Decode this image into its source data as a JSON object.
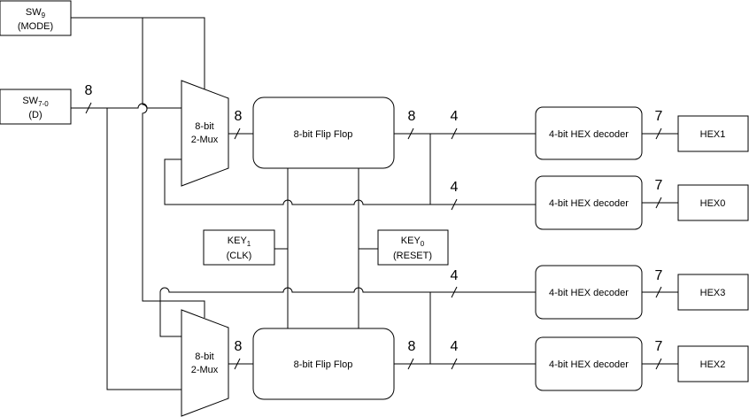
{
  "inputs": {
    "sw9": {
      "name": "SW",
      "sub": "9",
      "desc": "(MODE)"
    },
    "sw70": {
      "name": "SW",
      "sub": "7-0",
      "desc": "(D)"
    },
    "key1": {
      "name": "KEY",
      "sub": "1",
      "desc": "(CLK)"
    },
    "key0": {
      "name": "KEY",
      "sub": "0",
      "desc": "(RESET)"
    }
  },
  "mux": {
    "line1": "8-bit",
    "line2": "2-Mux"
  },
  "flipflop": {
    "label": "8-bit Flip Flop"
  },
  "decoder": {
    "label": "4-bit HEX decoder"
  },
  "outputs": {
    "hex1": "HEX1",
    "hex0": "HEX0",
    "hex3": "HEX3",
    "hex2": "HEX2"
  },
  "bus_widths": {
    "d_in": "8",
    "mux_out": "8",
    "ff_out": "8",
    "nibble": "4",
    "seg": "7"
  }
}
